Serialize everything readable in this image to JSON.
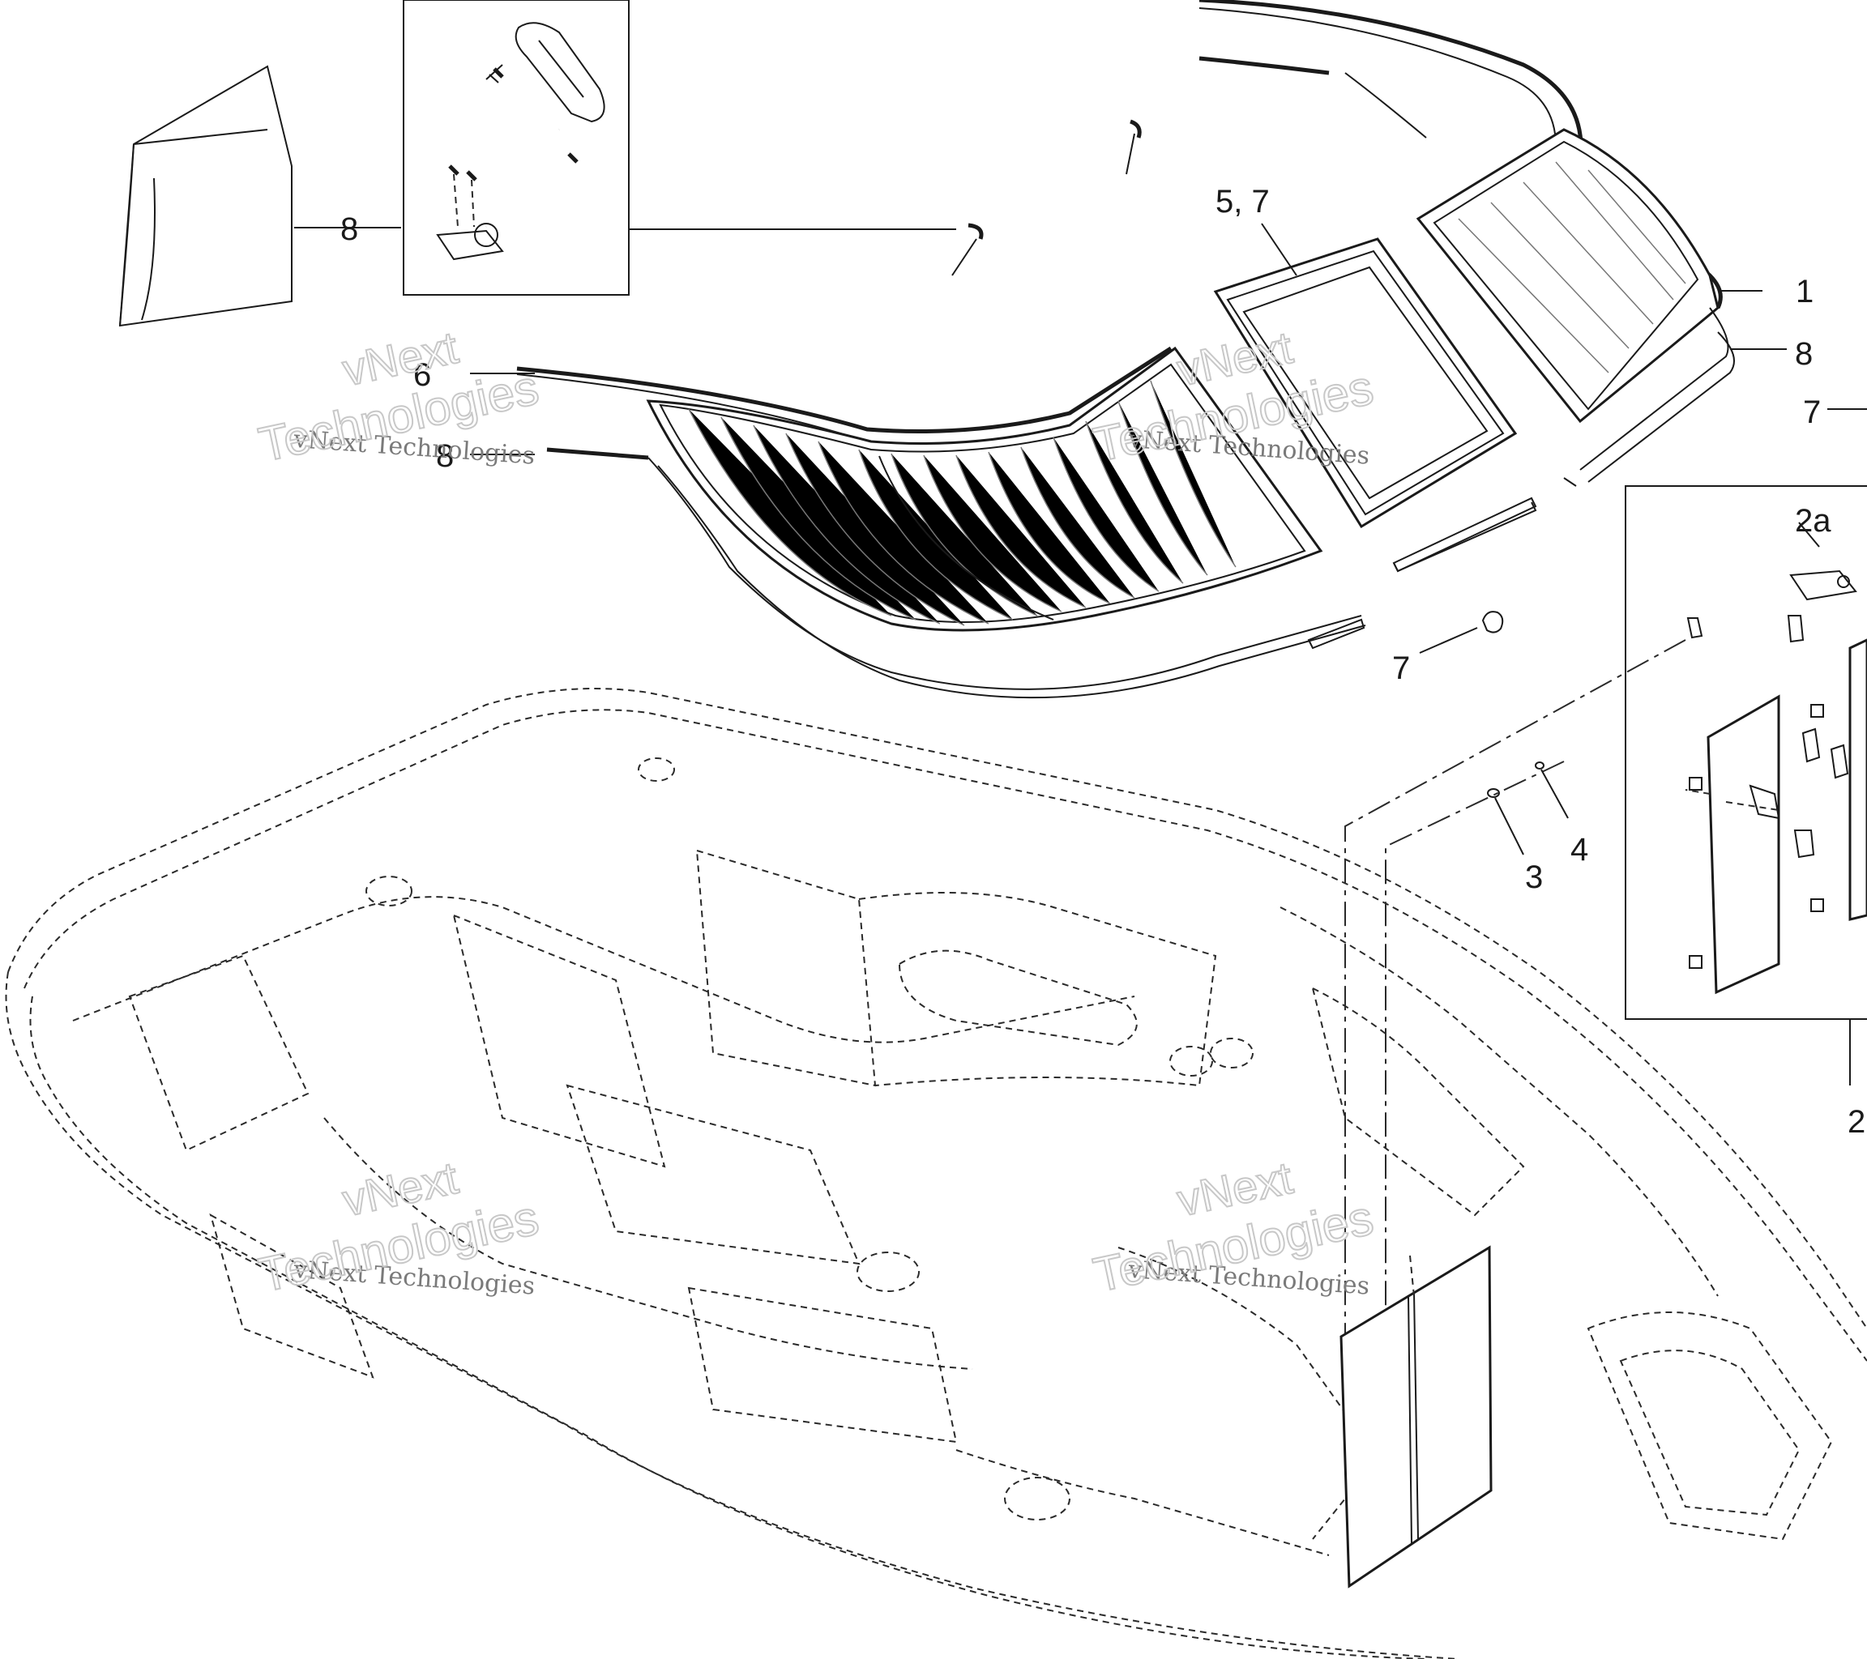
{
  "callouts": {
    "c1": "1",
    "c2": "2",
    "c2a": "2a",
    "c3": "3",
    "c4": "4",
    "c57": "5, 7",
    "c6": "6",
    "c7a": "7",
    "c7b": "7",
    "c8a": "8",
    "c8b": "8",
    "c8c": "8"
  },
  "watermarks": {
    "w1_top": "vNext",
    "w1_mid": "vNext Technologies",
    "w1_bot": "Technologies",
    "w2_top": "vNext",
    "w2_mid": "vNext Technologies",
    "w2_bot": "Technologies",
    "w3_top": "vNext",
    "w3_mid": "vNext Technologies",
    "w3_bot": "Technologies",
    "w4_top": "vNext",
    "w4_mid": "vNext Technologies",
    "w4_bot": "Technologies"
  }
}
